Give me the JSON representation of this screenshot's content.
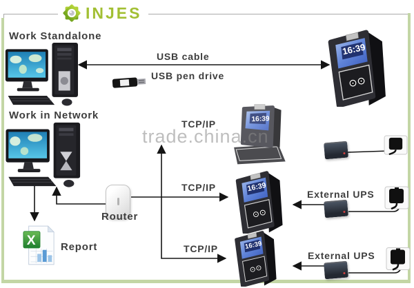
{
  "brand": {
    "name": "INJES"
  },
  "watermark": "trade.china.cn",
  "device_clock": "16:39",
  "labels": {
    "standalone": "Work Standalone",
    "network": "Work in Network",
    "usb_cable": "USB cable",
    "usb_pen_drive": "USB pen drive",
    "tcpip1": "TCP/IP",
    "tcpip2": "TCP/IP",
    "tcpip3": "TCP/IP",
    "router": "Router",
    "report": "Report",
    "external_ups_1": "External UPS",
    "external_ups_2": "External UPS"
  },
  "icons": {
    "logo_icon": "eight-point-star",
    "computer": "desktop-workstation",
    "terminal": "face-recognition-terminal",
    "usb_drive": "usb-pen-drive",
    "router": "router",
    "report": "excel-report-document",
    "ups": "ups-battery",
    "socket": "wall-socket-with-plug"
  },
  "colors": {
    "brand_green": "#a2bf33",
    "frame_green": "#c3d6a5",
    "label_text": "#3d3d3d",
    "line_black": "#151515",
    "screen_blue": "#4769c9",
    "watermark_gray": "#8a8a8a"
  }
}
